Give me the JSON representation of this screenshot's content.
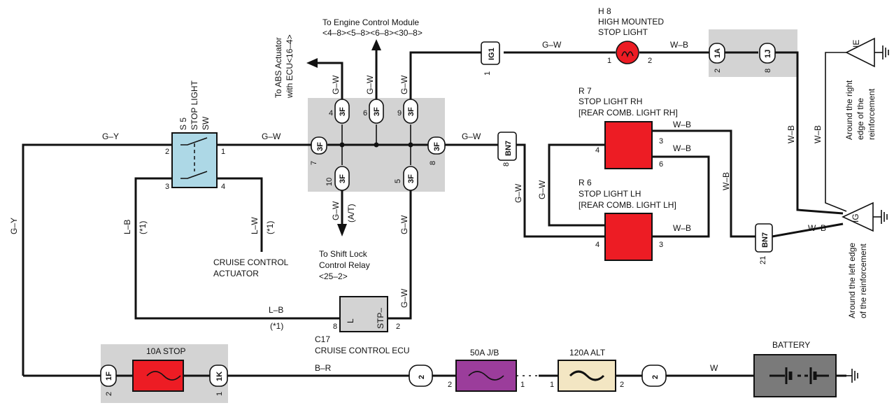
{
  "components": {
    "engine_module": {
      "line1": "To Engine Control Module",
      "line2": "<4–8><5–8><6–8><30–8>"
    },
    "abs_actuator": {
      "line1": "To ABS Actuator",
      "line2": "with ECU<16–4>"
    },
    "high_stop": {
      "id": "H 8",
      "line1": "HIGH MOUNTED",
      "line2": "STOP LIGHT"
    },
    "stop_sw": {
      "id": "S 5",
      "line1": "STOP LIGHT",
      "line2": "SW"
    },
    "stop_rh": {
      "id": "R 7",
      "line1": "STOP LIGHT RH",
      "line2": "[REAR COMB.  LIGHT RH]"
    },
    "stop_lh": {
      "id": "R 6",
      "line1": "STOP LIGHT LH",
      "line2": "[REAR COMB.  LIGHT LH]"
    },
    "shift_lock": {
      "line1": "To Shift Lock",
      "line2": "Control Relay",
      "line3": "<25–2>"
    },
    "cruise_act": {
      "line1": "CRUISE CONTROL",
      "line2": "ACTUATOR"
    },
    "cruise_ecu": {
      "id": "C17",
      "line1": "CRUISE CONTROL ECU",
      "pin_l": "L",
      "pin_stp": "STP–"
    },
    "fuse_stop": {
      "label": "10A STOP"
    },
    "fuse_jb": {
      "label": "50A J/B"
    },
    "fuse_alt": {
      "label": "120A ALT"
    },
    "battery": {
      "label": "BATTERY"
    },
    "ground_ie": {
      "id": "IE",
      "line1": "Around the right",
      "line2": "edge of the",
      "line3": "reinforcement"
    },
    "ground_ig": {
      "id": "IG",
      "line1": "Around the left edge",
      "line2": "of the reinforcement"
    }
  },
  "connectors": {
    "ig1": "IG1",
    "c1a": "1A",
    "c1j": "1J",
    "c3f": "3F",
    "bn7": "BN7",
    "c1f": "1F",
    "c1k": "1K",
    "c2": "2"
  },
  "wires": {
    "gw": "G–W",
    "gy": "G–Y",
    "wb": "W–B",
    "lb": "L–B",
    "lw": "L–W",
    "br": "B–R",
    "w": "W",
    "note": "(*1)",
    "at": "(A/T)"
  },
  "pins": {
    "p1": "1",
    "p2": "2",
    "p3": "3",
    "p4": "4",
    "p5": "5",
    "p6": "6",
    "p7": "7",
    "p8": "8",
    "p9": "9",
    "p10": "10",
    "p21": "21"
  },
  "colors": {
    "switch": "#add8e6",
    "lamp": "#ed1c24",
    "jb": "#9b3d9b",
    "alt": "#f3e6c3",
    "battery": "#7a7a7a",
    "grey_box": "#d3d3d3"
  }
}
